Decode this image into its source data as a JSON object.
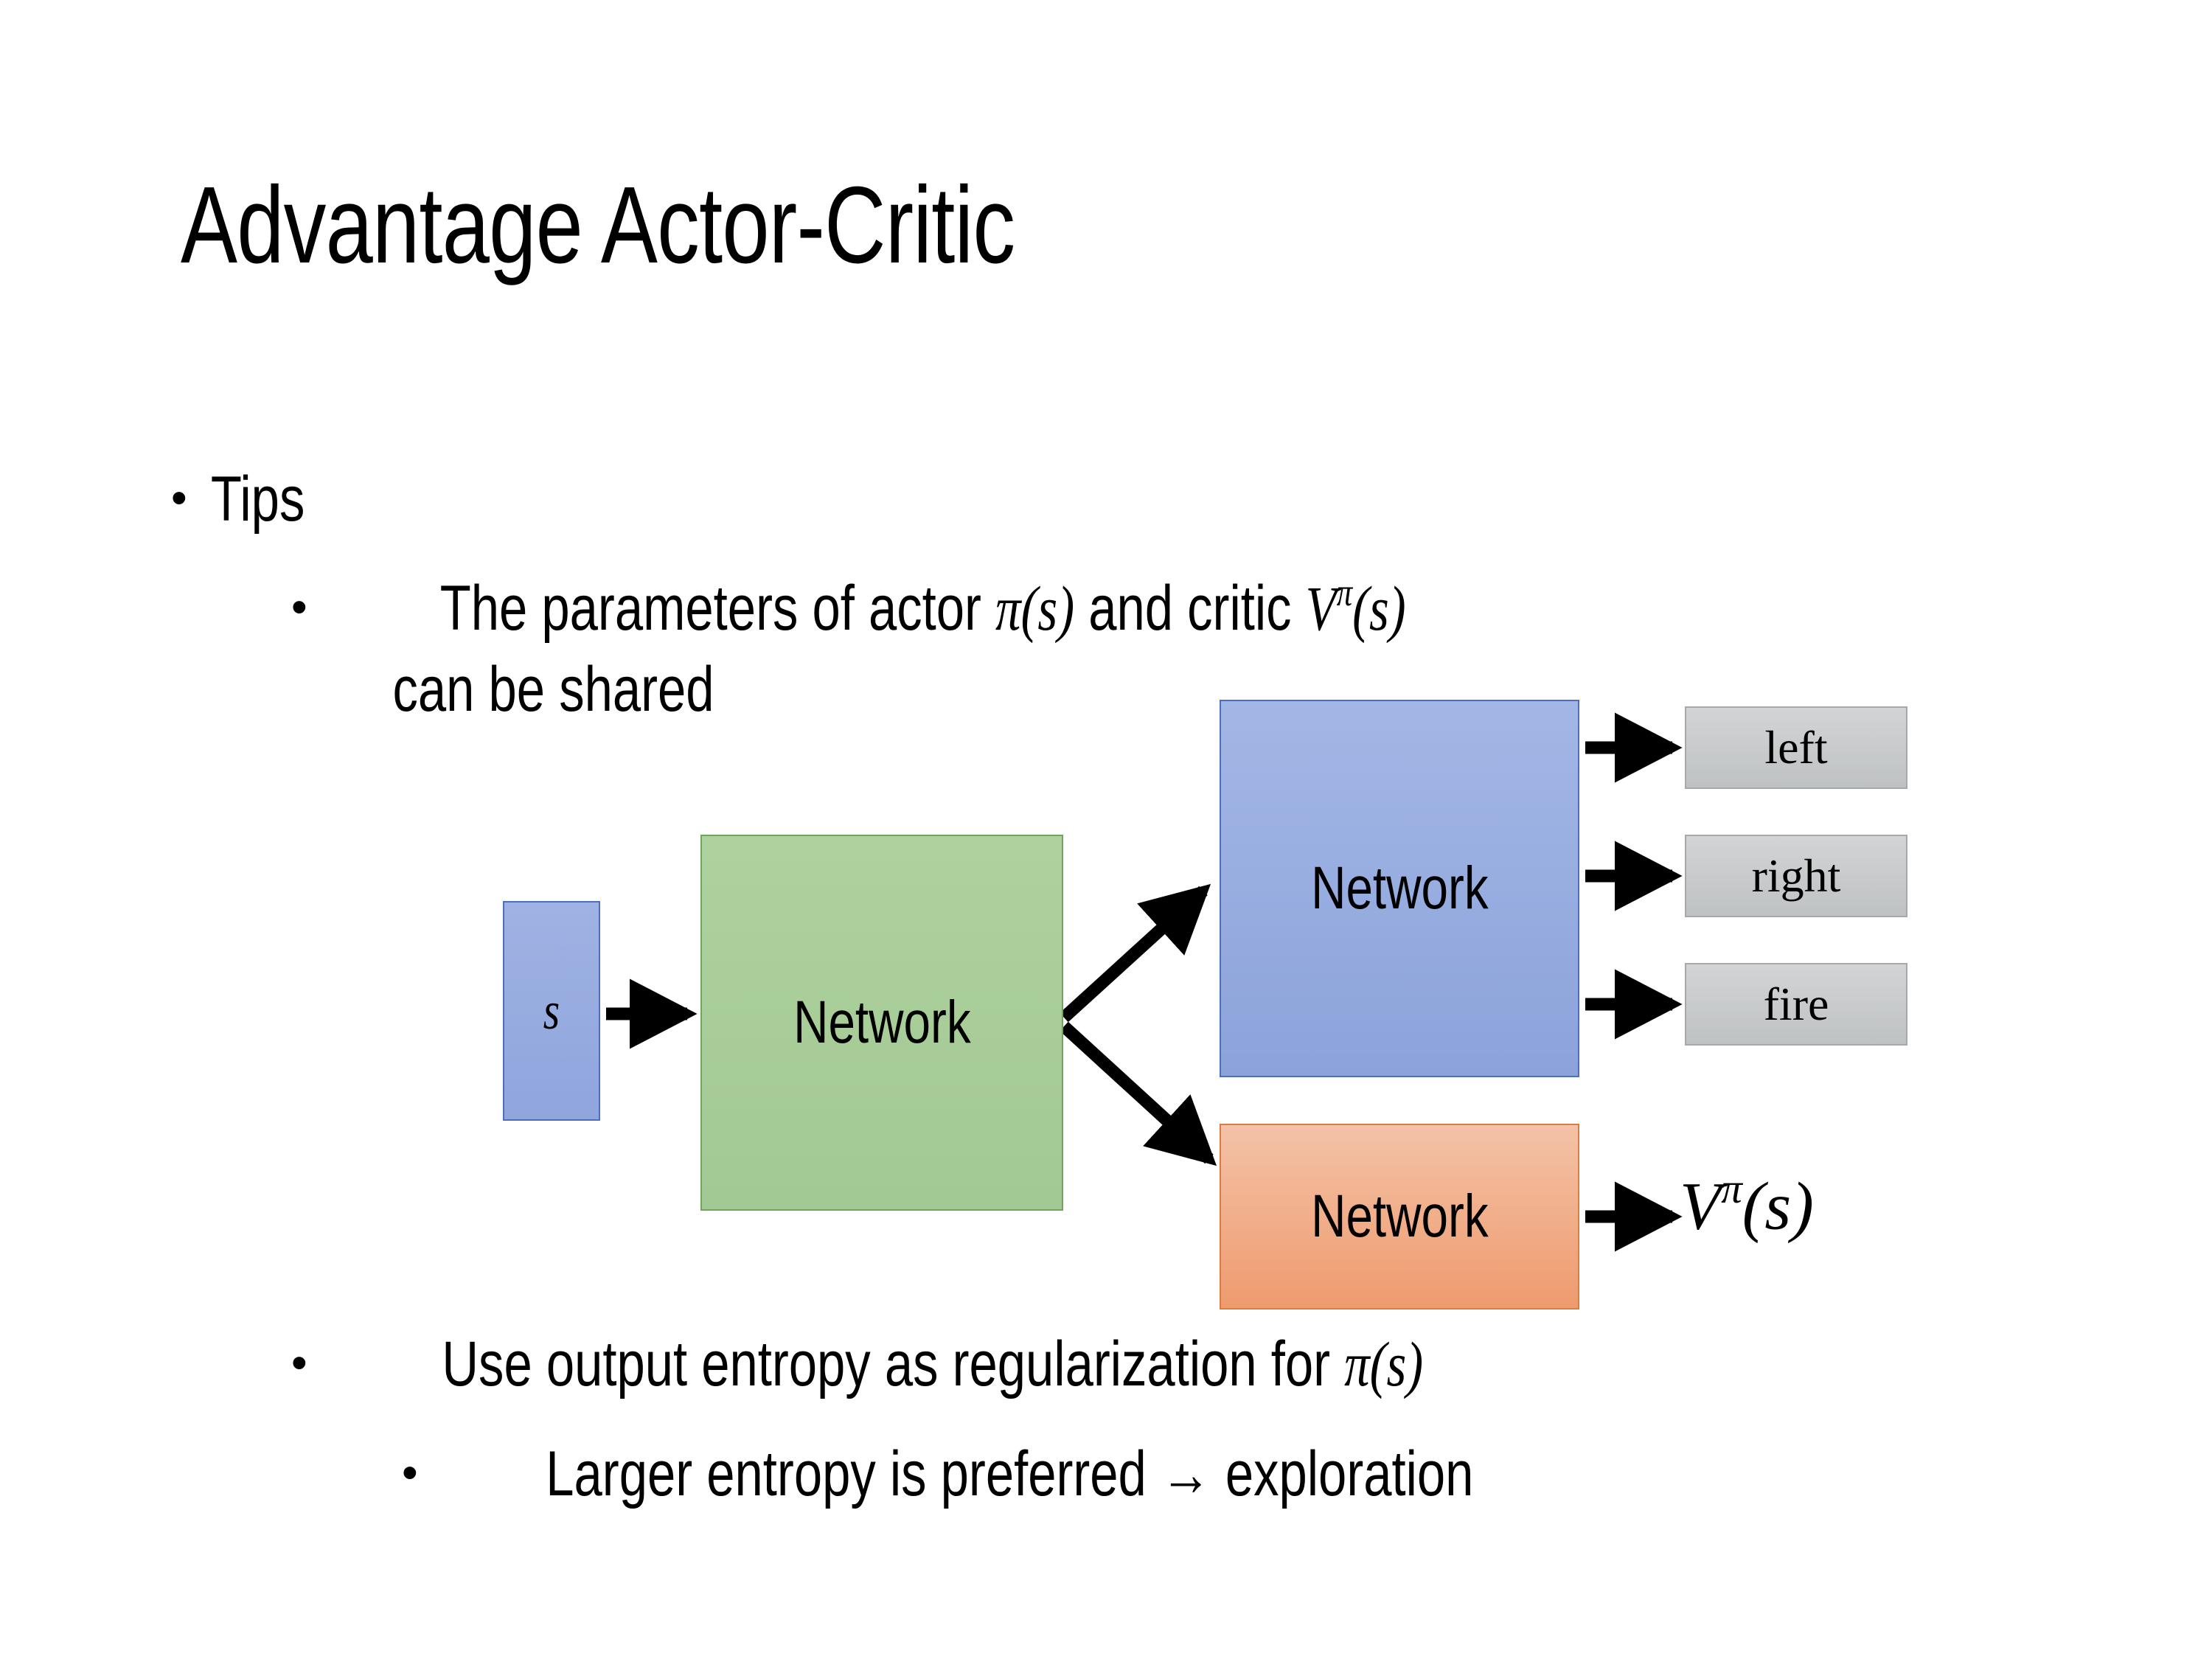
{
  "slide": {
    "title": "Advantage Actor-Critic",
    "background_color": "#FFFFFF",
    "text_color": "#000000"
  },
  "bullets": {
    "level1": {
      "marker": "•",
      "text": "Tips"
    },
    "level2_params": {
      "marker": "•",
      "line1_prefix": "The parameters of actor ",
      "line1_math_actor": "π(s)",
      "line1_middle": "  and critic ",
      "line1_math_critic": "V",
      "line1_math_critic_sup": "π",
      "line1_math_critic_arg": "(s)",
      "line2": "can be shared"
    },
    "level2_entropy": {
      "marker": "•",
      "prefix": "Use output entropy as regularization for ",
      "math": "π(s)"
    },
    "level3_larger": {
      "marker": "•",
      "text": "Larger entropy is preferred → exploration"
    }
  },
  "diagram": {
    "state_box": {
      "label": "s",
      "fill_top": "#9FB2E4",
      "fill_bottom": "#8FA5DC",
      "border": "#4A6FBF"
    },
    "shared_network": {
      "label": "Network",
      "fill_top": "#AED29E",
      "fill_bottom": "#A2C894",
      "border": "#6FA65A"
    },
    "actor_network": {
      "label": "Network",
      "fill_top": "#A3B7E6",
      "fill_bottom": "#8CA3DA",
      "border": "#4A6FBF"
    },
    "critic_network": {
      "label": "Network",
      "fill_top": "#F4C2A7",
      "fill_bottom": "#EE9B6E",
      "border": "#DB7C43"
    },
    "action_outputs": [
      {
        "label": "left"
      },
      {
        "label": "right"
      },
      {
        "label": "fire"
      }
    ],
    "output_box_fill_top": "#D2D4D5",
    "output_box_fill_bottom": "#BFC2C3",
    "output_box_border": "#A6A9AB",
    "value_output": {
      "symbol": "V",
      "superscript": "π",
      "argument": "(s)"
    },
    "arrow_color": "#000000"
  }
}
